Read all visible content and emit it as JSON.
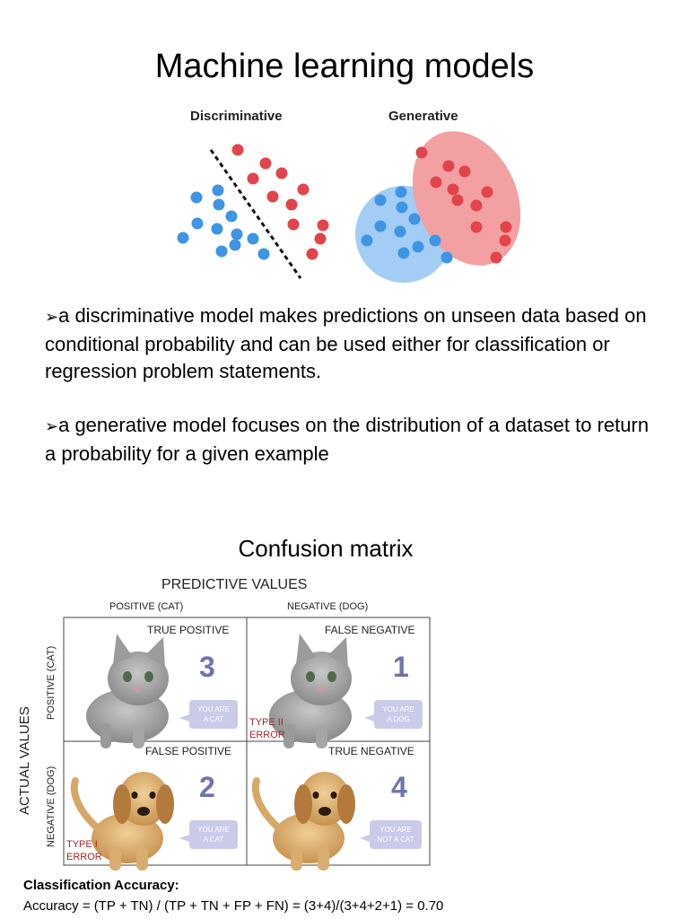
{
  "title": "Machine learning models",
  "ml_figure": {
    "discriminative_label": "Discriminative",
    "generative_label": "Generative",
    "colors": {
      "class_a": "#3d95e3",
      "class_b": "#e2444c",
      "ellipse_a": "#a3cdf5",
      "ellipse_b": "#f2a0a2"
    }
  },
  "bullets": [
    {
      "arrow": "➢",
      "text": "a discriminative model makes predictions on unseen data based on conditional probability and can be used either for classification or regression problem statements."
    },
    {
      "arrow": "➢",
      "text": "a generative model focuses on the distribution of a dataset to return a probability for a given example"
    }
  ],
  "confusion": {
    "heading": "Confusion matrix",
    "predictive_label": "PREDICTIVE VALUES",
    "actual_label": "ACTUAL VALUES",
    "col_positive": "POSITIVE (CAT)",
    "col_negative": "NEGATIVE (DOG)",
    "row_positive": "POSITIVE (CAT)",
    "row_negative": "NEGATIVE (DOG)",
    "cells": {
      "tp": {
        "label": "TRUE POSITIVE",
        "count": "3",
        "bubble_1": "YOU ARE",
        "bubble_2": "A CAT"
      },
      "fn": {
        "label": "FALSE NEGATIVE",
        "count": "1",
        "bubble_1": "YOU ARE",
        "bubble_2": "A DOG",
        "error_1": "TYPE II",
        "error_2": "ERROR"
      },
      "fp": {
        "label": "FALSE POSITIVE",
        "count": "2",
        "bubble_1": "YOU ARE",
        "bubble_2": "A CAT",
        "error_1": "TYPE I",
        "error_2": "ERROR"
      },
      "tn": {
        "label": "TRUE NEGATIVE",
        "count": "4",
        "bubble_1": "YOU ARE",
        "bubble_2": "NOT A CAT"
      }
    },
    "colors": {
      "count": "#6f74ad",
      "error": "#a2272c",
      "bubble": "#c9cbe8"
    }
  },
  "accuracy": {
    "label": "Classification Accuracy:",
    "formula": "Accuracy = (TP + TN) / (TP + TN + FP + FN) = (3+4)/(3+4+2+1) = 0.70"
  }
}
